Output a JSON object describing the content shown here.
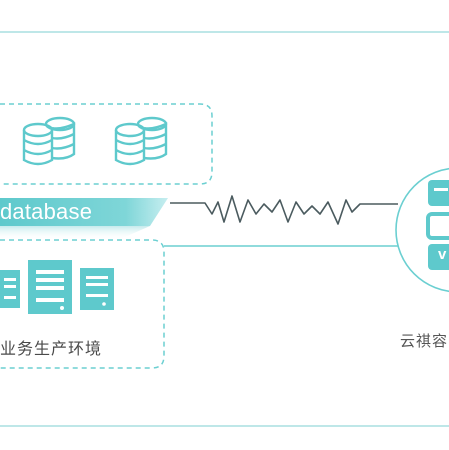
{
  "database_banner": {
    "label": "database"
  },
  "production_env": {
    "label": "业务生产环境"
  },
  "cloud_node": {
    "label": "云祺容",
    "icon_letter": "v"
  },
  "colors": {
    "accent": "#5ec9cc",
    "accent_light": "#d3f1f2",
    "line": "#6bcfd1",
    "text": "#4a4a4a"
  },
  "icons": [
    "database-icon",
    "server-tower-icon",
    "cloud-stack-icon",
    "zigzag-connection-icon"
  ]
}
